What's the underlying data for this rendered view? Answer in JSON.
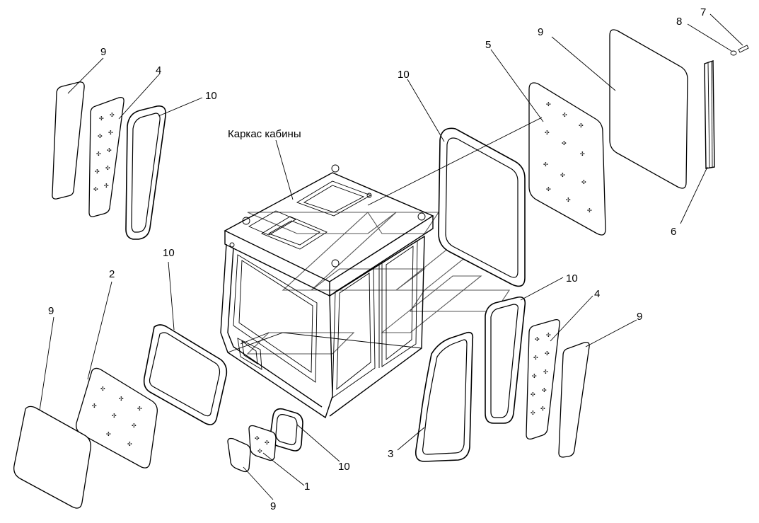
{
  "diagram": {
    "caption_frame": "Каркас кабины",
    "callouts": [
      {
        "id": "c-9-left-top",
        "text": "9"
      },
      {
        "id": "c-4-left",
        "text": "4"
      },
      {
        "id": "c-10-left-top",
        "text": "10"
      },
      {
        "id": "c-10-top-center",
        "text": "10"
      },
      {
        "id": "c-5",
        "text": "5"
      },
      {
        "id": "c-9-top-right",
        "text": "9"
      },
      {
        "id": "c-8",
        "text": "8"
      },
      {
        "id": "c-7",
        "text": "7"
      },
      {
        "id": "c-6",
        "text": "6"
      },
      {
        "id": "c-10-left-mid",
        "text": "10"
      },
      {
        "id": "c-2",
        "text": "2"
      },
      {
        "id": "c-9-left-bottom",
        "text": "9"
      },
      {
        "id": "c-10-right-mid",
        "text": "10"
      },
      {
        "id": "c-4-right",
        "text": "4"
      },
      {
        "id": "c-9-right",
        "text": "9"
      },
      {
        "id": "c-3",
        "text": "3"
      },
      {
        "id": "c-10-bottom",
        "text": "10"
      },
      {
        "id": "c-1",
        "text": "1"
      },
      {
        "id": "c-9-bottom",
        "text": "9"
      }
    ]
  }
}
